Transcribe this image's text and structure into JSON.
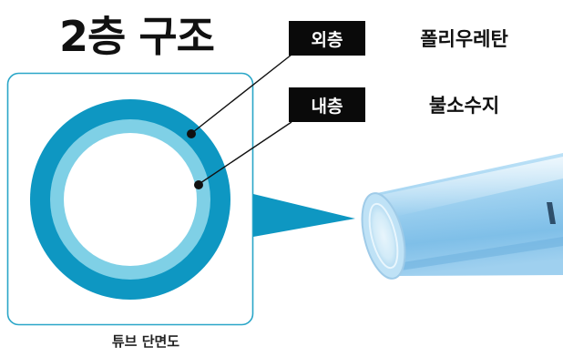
{
  "title": "2층 구조",
  "cross_section_caption": "튜브 단면도",
  "layers": [
    {
      "tag": "외층",
      "material": "폴리우레탄"
    },
    {
      "tag": "내층",
      "material": "불소수지"
    }
  ],
  "colors": {
    "outer_layer": "#0e97c2",
    "inner_layer": "#7fd0e6",
    "frame_border": "#2aa6c8",
    "tag_background": "#0a0a0a",
    "tag_text": "#ffffff",
    "leader_line": "#111111",
    "tube_body": "#a9d8f1"
  }
}
